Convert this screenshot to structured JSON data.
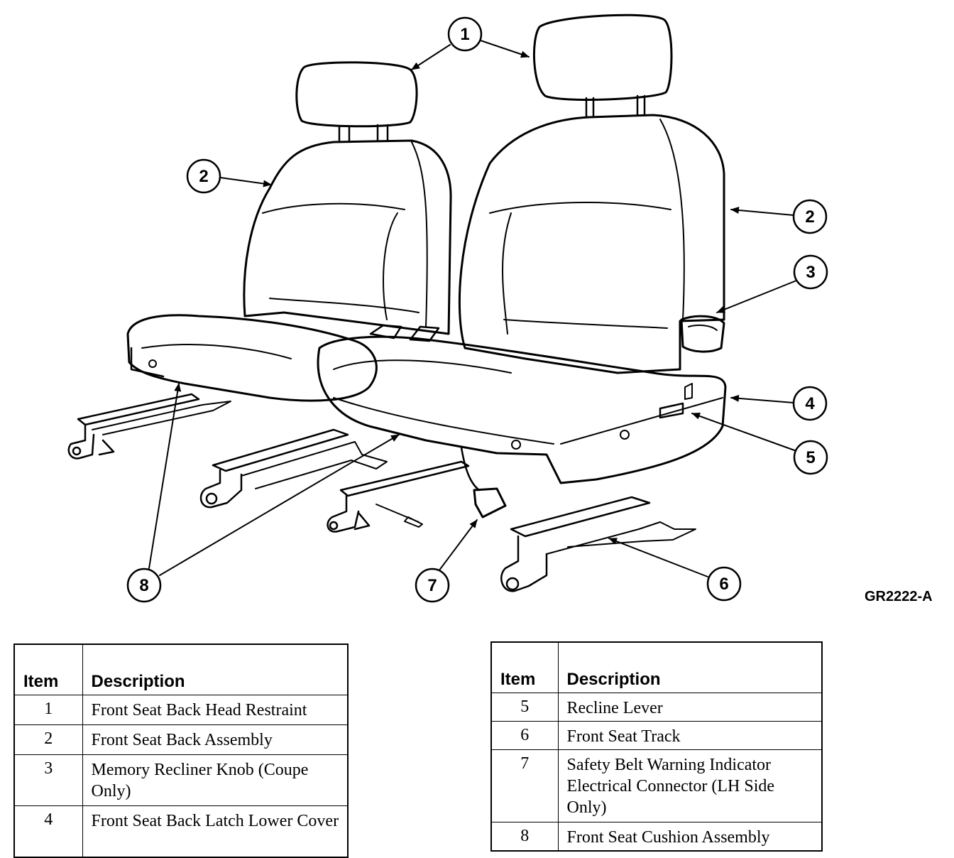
{
  "figure_id": "GR2222-A",
  "callouts": [
    "1",
    "1",
    "2",
    "2",
    "3",
    "4",
    "5",
    "6",
    "7",
    "8"
  ],
  "legend_left": {
    "header_item": "Item",
    "header_desc": "Description",
    "rows": [
      {
        "item": "1",
        "desc": "Front Seat Back Head Restraint"
      },
      {
        "item": "2",
        "desc": "Front Seat Back Assembly"
      },
      {
        "item": "3",
        "desc": "Memory Recliner Knob (Coupe Only)"
      },
      {
        "item": "4",
        "desc": "Front Seat Back Latch Lower Cover"
      }
    ]
  },
  "legend_right": {
    "header_item": "Item",
    "header_desc": "Description",
    "rows": [
      {
        "item": "5",
        "desc": "Recline Lever"
      },
      {
        "item": "6",
        "desc": "Front Seat Track"
      },
      {
        "item": "7",
        "desc": "Safety Belt Warning Indicator Electrical Connector (LH Side Only)"
      },
      {
        "item": "8",
        "desc": "Front Seat Cushion Assembly"
      }
    ]
  }
}
